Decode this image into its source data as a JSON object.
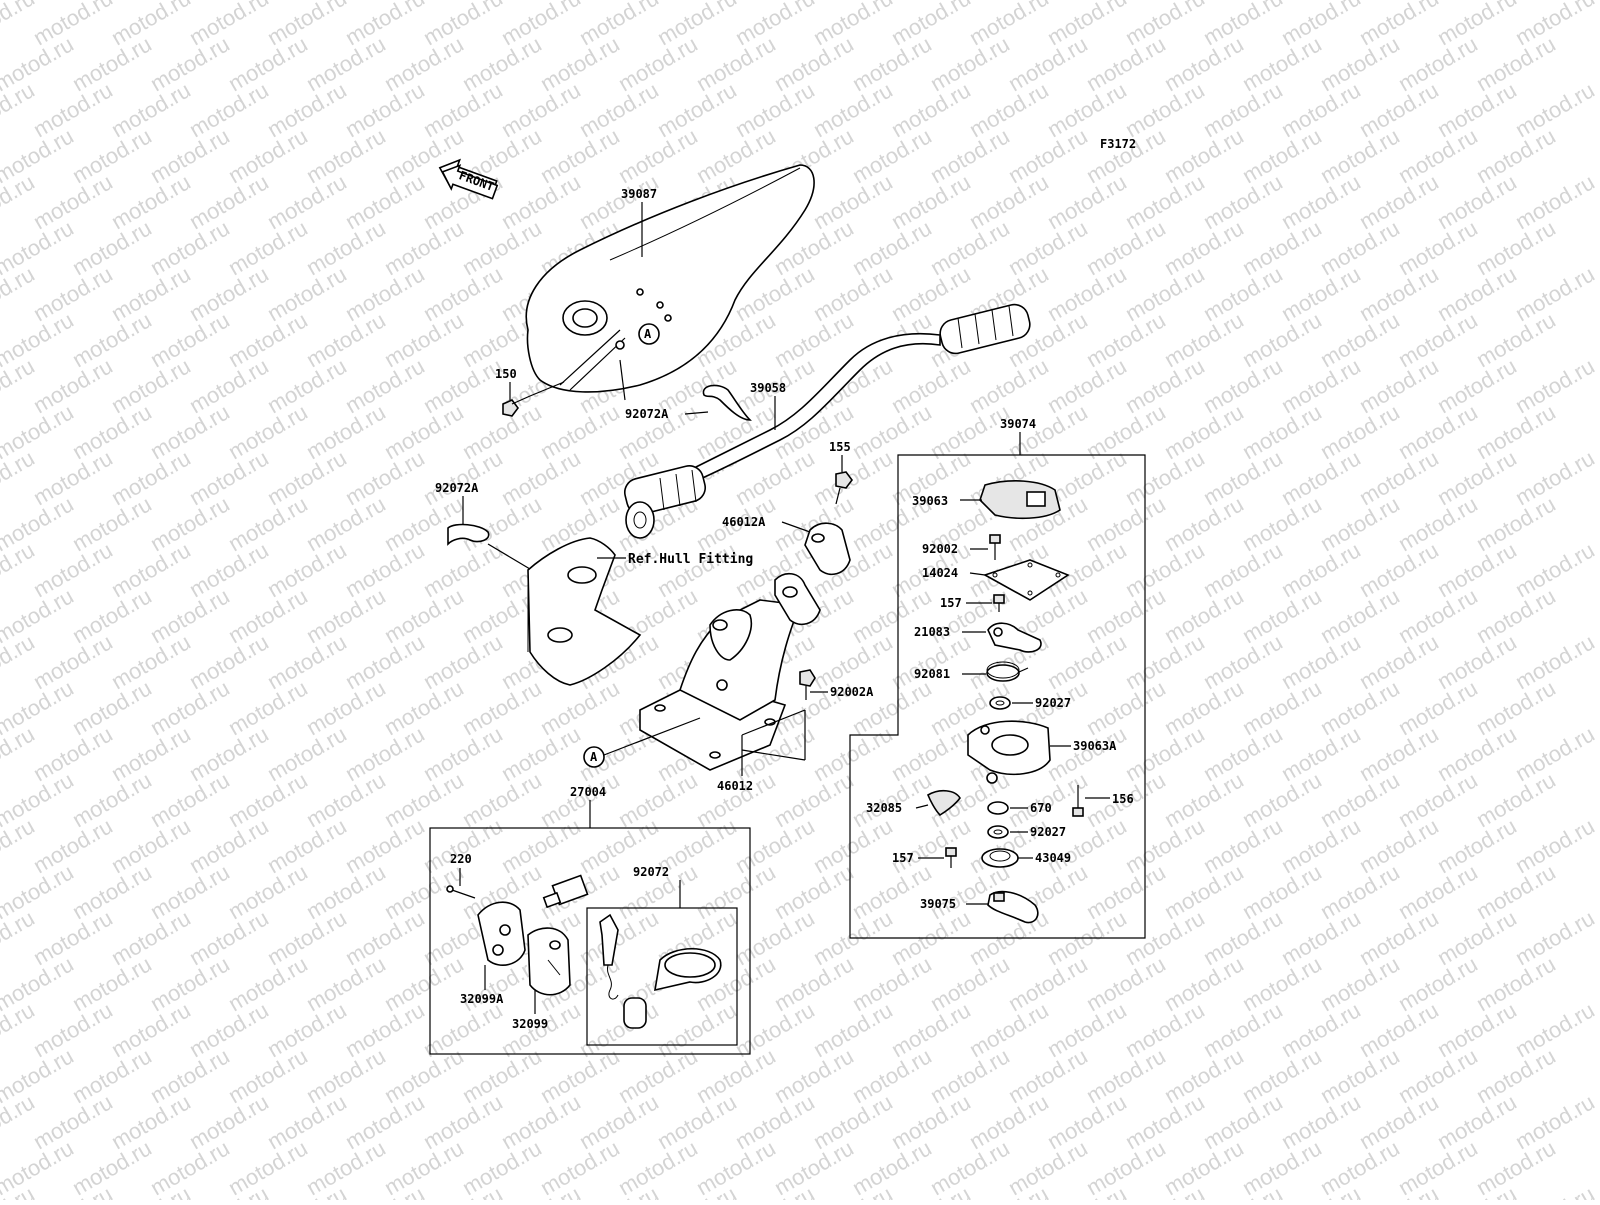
{
  "figure_code": "F3172",
  "watermark": "motod.ru",
  "front_arrow": "FRONT",
  "ref_note": "Ref.Hull Fitting",
  "callout_a": "A",
  "parts": {
    "p39087": "39087",
    "p150": "150",
    "p39058": "39058",
    "p92072A_top": "92072A",
    "p155": "155",
    "p46012A": "46012A",
    "p92072A_left": "92072A",
    "p92002A": "92002A",
    "p46012": "46012",
    "p27004": "27004",
    "p220": "220",
    "p92072": "92072",
    "p32099A": "32099A",
    "p32099": "32099",
    "p39074": "39074",
    "p39063": "39063",
    "p92002": "92002",
    "p14024": "14024",
    "p157_top": "157",
    "p21083": "21083",
    "p92081": "92081",
    "p92027_top": "92027",
    "p39063A": "39063A",
    "p156": "156",
    "p32085": "32085",
    "p670": "670",
    "p92027_bottom": "92027",
    "p157_bottom": "157",
    "p43049": "43049",
    "p39075": "39075"
  }
}
